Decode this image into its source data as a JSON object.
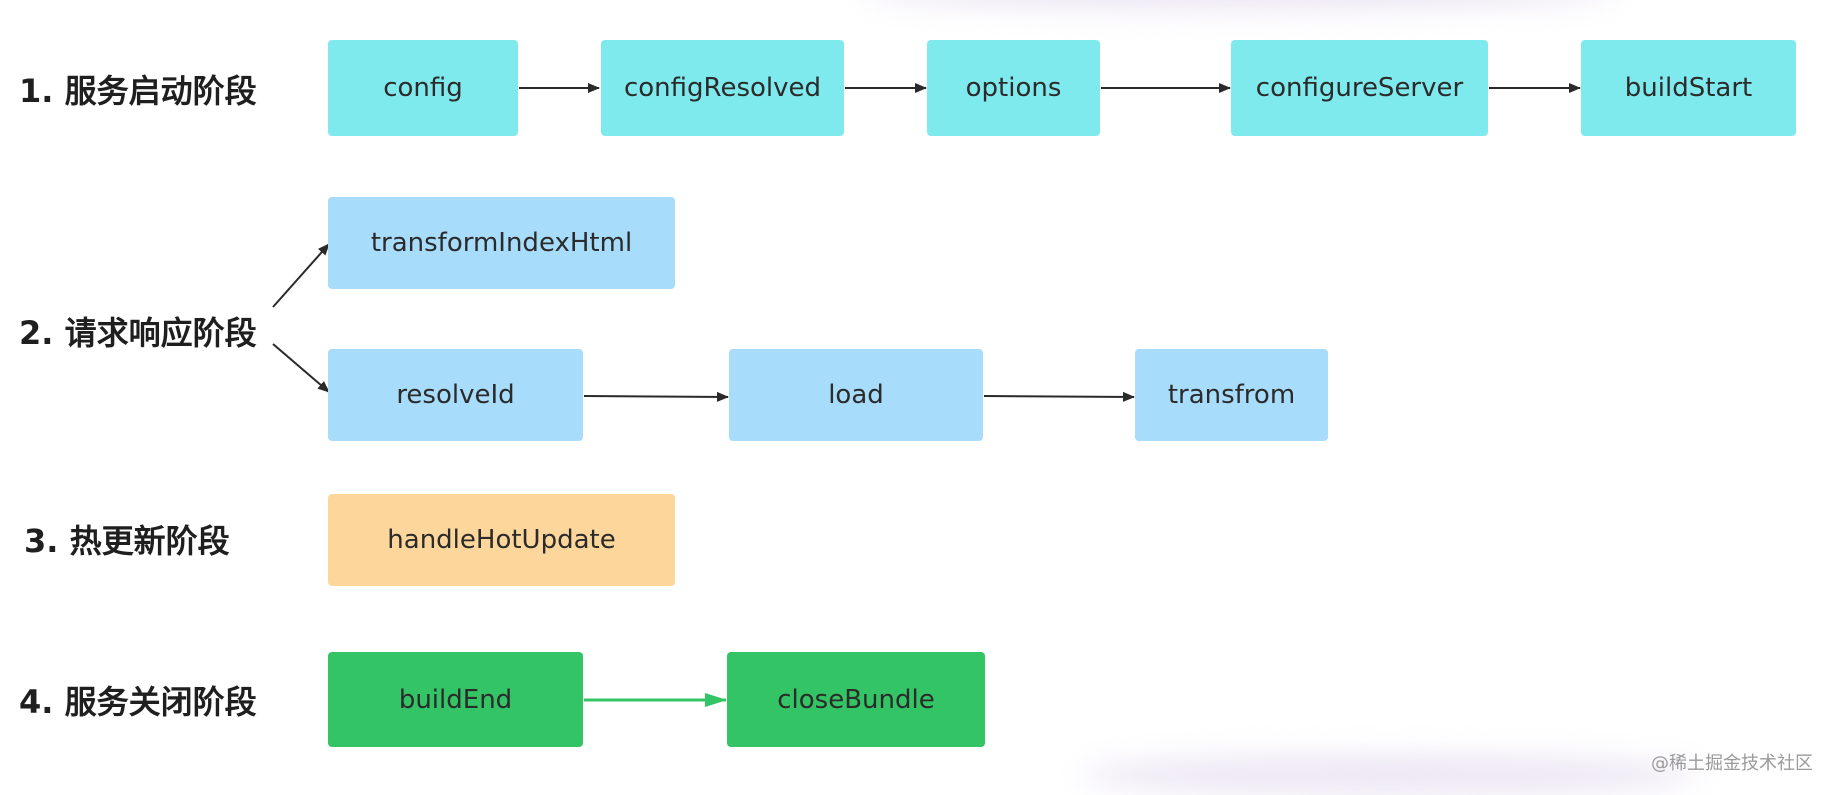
{
  "stages": [
    {
      "label": "1. 服务启动阶段"
    },
    {
      "label": "2. 请求响应阶段"
    },
    {
      "label": "3. 热更新阶段"
    },
    {
      "label": "4. 服务关闭阶段"
    }
  ],
  "nodes": {
    "config": "config",
    "configResolved": "configResolved",
    "options": "options",
    "configureServer": "configureServer",
    "buildStart": "buildStart",
    "transformIndexHtml": "transformIndexHtml",
    "resolveId": "resolveId",
    "load": "load",
    "transfrom": "transfrom",
    "handleHotUpdate": "handleHotUpdate",
    "buildEnd": "buildEnd",
    "closeBundle": "closeBundle"
  },
  "colors": {
    "startup": "#7feaed",
    "request": "#a8dcfb",
    "hot_update": "#fdd69b",
    "shutdown": "#33c465",
    "arrow": "#2a2a2a",
    "arrow_green": "#33c465"
  },
  "edges": [
    {
      "from": "config",
      "to": "configResolved"
    },
    {
      "from": "configResolved",
      "to": "options"
    },
    {
      "from": "options",
      "to": "configureServer"
    },
    {
      "from": "configureServer",
      "to": "buildStart"
    },
    {
      "from": "stage-2-label",
      "to": "transformIndexHtml"
    },
    {
      "from": "stage-2-label",
      "to": "resolveId"
    },
    {
      "from": "resolveId",
      "to": "load"
    },
    {
      "from": "load",
      "to": "transfrom"
    },
    {
      "from": "buildEnd",
      "to": "closeBundle"
    }
  ],
  "watermark": "@稀土掘金技术社区"
}
